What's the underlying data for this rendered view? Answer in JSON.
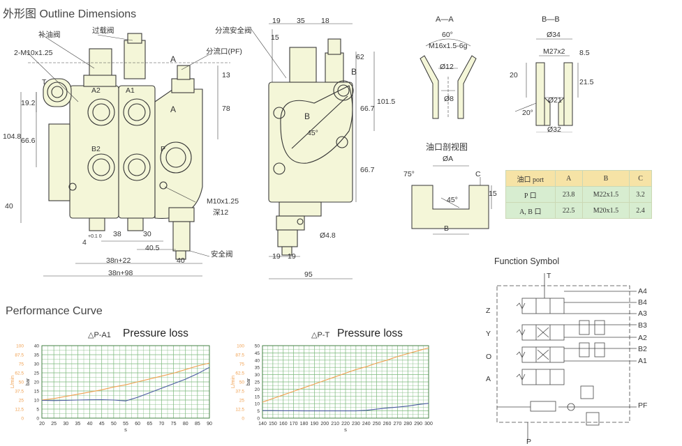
{
  "header": {
    "title": "外形图   Outline Dimensions"
  },
  "front_view": {
    "labels": {
      "supplement_valve": "补油阀",
      "overload_valve": "过载阀",
      "thread_2m": "2-M10x1.25",
      "port_T": "T",
      "port_A2": "A2",
      "port_A1": "A1",
      "port_B2": "B2",
      "port_P": "P",
      "port_A_top": "A",
      "port_A_side": "A",
      "diverter_port": "分流口(PF)",
      "safety_valve": "安全阀",
      "m10_depth": "M10x1.25",
      "depth12": "深12"
    },
    "dims": {
      "d13": "13",
      "d78": "78",
      "d19_2": "19.2",
      "d104_8": "104.8",
      "d66_6": "66.6",
      "d40": "40",
      "d38": "38",
      "d30": "30",
      "d4": "4",
      "d4_tol": "+0.1 0",
      "d40_5": "40.5",
      "d38n22": "38n+22",
      "d40b": "40",
      "d38n98": "38n+98"
    }
  },
  "side_view": {
    "labels": {
      "divert_safety_valve": "分流安全阀",
      "port_B_top": "B",
      "port_B": "B",
      "angle": "45°",
      "d4_8": "Ø4.8"
    },
    "dims": {
      "d19": "19",
      "d35": "35",
      "d18": "18",
      "d15": "15",
      "d62": "62",
      "d101_5": "101.5",
      "d66_7a": "66.7",
      "d66_7b": "66.7",
      "d19a": "19",
      "d19b": "19",
      "d95": "95"
    }
  },
  "section_aa": {
    "title": "A—A",
    "angle": "60°",
    "thread": "M16x1.5-6g",
    "d12": "Ø12",
    "d8": "Ø8"
  },
  "section_bb": {
    "title": "B—B",
    "d34": "Ø34",
    "thread": "M27x2",
    "d8_5": "8.5",
    "d20": "20",
    "d21_5": "21.5",
    "d21": "Ø21",
    "angle": "20°",
    "d32": "Ø32"
  },
  "port_section": {
    "title": "油口剖视图",
    "dA": "ØA",
    "angle75": "75°",
    "angle45": "45°",
    "C": "C",
    "d15": "15",
    "B": "B"
  },
  "port_table": {
    "headers": [
      "油口   port",
      "A",
      "B",
      "C"
    ],
    "rows": [
      [
        "P 口",
        "23.8",
        "M22x1.5",
        "3.2"
      ],
      [
        "A, B 口",
        "22.5",
        "M20x1.5",
        "2.4"
      ]
    ]
  },
  "function_symbol": {
    "title": "Function Symbol",
    "T": "T",
    "P": "P",
    "PF": "PF",
    "left_labels": [
      "Z",
      "Y",
      "O",
      "A"
    ],
    "right_labels": [
      "A4",
      "B4",
      "A3",
      "B3",
      "A2",
      "B2",
      "A1"
    ]
  },
  "performance": {
    "title": "Performance Curve",
    "colors": {
      "flow": "#f0a050",
      "pressure": "#4a5aa0",
      "grid": "#7ab87a"
    }
  },
  "chart_data": [
    {
      "type": "line",
      "title": "△P-A1",
      "annotation": "Pressure loss",
      "xlabel": "s",
      "ylabel_left": "L/min",
      "ylabel_right": "bar",
      "x": [
        20,
        25,
        30,
        35,
        40,
        45,
        50,
        55,
        60,
        65,
        70,
        75,
        80,
        85,
        90
      ],
      "xlim": [
        20,
        90
      ],
      "left_axis": {
        "ticks": [
          "0",
          "12.5",
          "25",
          "37.5",
          "50",
          "62.5",
          "75",
          "87.5",
          "100"
        ],
        "ylim": [
          0,
          100
        ]
      },
      "right_axis": {
        "ticks": [
          "0",
          "5",
          "10",
          "15",
          "20",
          "25",
          "30",
          "35",
          "40"
        ],
        "ylim": [
          0,
          40
        ]
      },
      "series": [
        {
          "axis": "left",
          "values": [
            25,
            27,
            30,
            33,
            36,
            39,
            43,
            46,
            50,
            54,
            58,
            62,
            67,
            72,
            76
          ]
        },
        {
          "axis": "right",
          "values": [
            9.8,
            9.7,
            9.8,
            10.0,
            10.1,
            10.2,
            10.0,
            9.5,
            11.5,
            14,
            16.5,
            19,
            21.5,
            24.5,
            28
          ]
        }
      ]
    },
    {
      "type": "line",
      "title": "△P-T",
      "annotation": "Pressure loss",
      "xlabel": "s",
      "ylabel_left": "L/min",
      "ylabel_right": "bar",
      "x": [
        140,
        150,
        160,
        170,
        180,
        190,
        200,
        210,
        220,
        230,
        240,
        250,
        260,
        270,
        280,
        290,
        300
      ],
      "xlim": [
        140,
        300
      ],
      "left_axis": {
        "ticks": [
          "0",
          "12.5",
          "25",
          "37.5",
          "50",
          "62.5",
          "75",
          "87.5",
          "100"
        ],
        "ylim": [
          0,
          100
        ]
      },
      "right_axis": {
        "ticks": [
          "0",
          "5",
          "10",
          "15",
          "20",
          "25",
          "30",
          "35",
          "40",
          "45",
          "50"
        ],
        "ylim": [
          0,
          50
        ]
      },
      "series": [
        {
          "axis": "left",
          "values": [
            22,
            27,
            32,
            37,
            42,
            47,
            52,
            57,
            62,
            67,
            71,
            76,
            80,
            85,
            89,
            93,
            97
          ]
        },
        {
          "axis": "right",
          "values": [
            5.2,
            5.2,
            5.1,
            5.1,
            5.0,
            5.0,
            5.0,
            5.0,
            5.0,
            5.0,
            5.4,
            6.2,
            7.0,
            7.6,
            8.3,
            9.4,
            10.2
          ]
        }
      ]
    }
  ]
}
